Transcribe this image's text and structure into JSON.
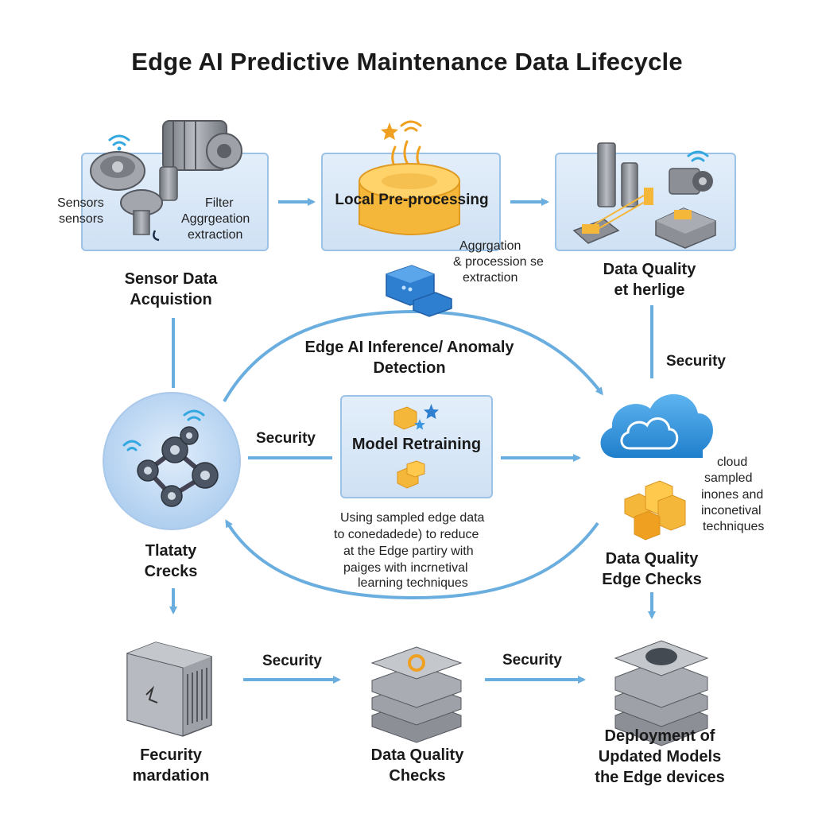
{
  "title": "Edge AI Predictive Maintenance Data Lifecycle",
  "stages": {
    "sensor": {
      "label_line1": "Sensor Data",
      "label_line2": "Acquistion",
      "note_left_1": "Sensors",
      "note_left_2": "sensors",
      "note_right_1": "Filter",
      "note_right_2": "Aggrgeation",
      "note_right_3": "extraction"
    },
    "preprocessing": {
      "label": "Local Pre-processing",
      "note_1": "Aggrgation",
      "note_2": "& procession se",
      "note_3": "extraction"
    },
    "quality_top": {
      "label_line1": "Data Quality",
      "label_line2": "et herlige"
    },
    "inference": {
      "label_line1": "Edge AI Inference/ Anomaly",
      "label_line2": "Detection"
    },
    "retraining": {
      "label": "Model Retraining",
      "note_1": "Using sampled edge data",
      "note_2": "to conedadede) to reduce",
      "note_3": "at the Edge partiry with",
      "note_4": "paiges with incrnetival",
      "note_5": "learning techniques"
    },
    "cloud": {
      "note_1": "cloud",
      "note_2": "sampled",
      "note_3": "inones and",
      "note_4": "inconetival",
      "note_5": "techniques"
    },
    "quality_left": {
      "label_line1": "Tlataty",
      "label_line2": "Crecks"
    },
    "quality_edge": {
      "label_line1": "Data Quality",
      "label_line2": "Edge Checks"
    },
    "security_bottom": {
      "label_line1": "Fecurity",
      "label_line2": "mardation"
    },
    "quality_bottom": {
      "label_line1": "Data Quality",
      "label_line2": "Checks"
    },
    "deployment": {
      "label_line1": "Deployment of",
      "label_line2": "Updated Models",
      "label_line3": "the Edge devices"
    }
  },
  "security_labels": {
    "right": "Security",
    "middle": "Security",
    "bottom_left": "Security",
    "bottom_right": "Security"
  },
  "colors": {
    "arrow": "#6aaee0",
    "panel_border": "#9cc2e6",
    "cloud": "#2f8fd8",
    "orange": "#f5b73a",
    "gray": "#8c9096"
  }
}
